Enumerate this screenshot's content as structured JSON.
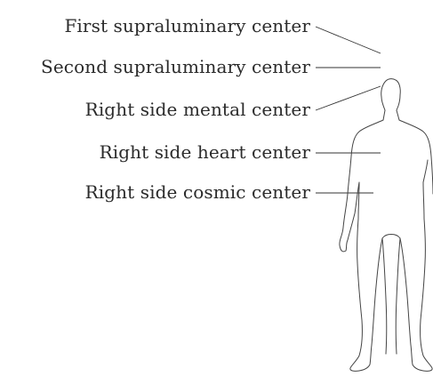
{
  "labels": [
    {
      "id": "first-supraluminary",
      "text": "First supraluminary center"
    },
    {
      "id": "second-supraluminary",
      "text": "Second supraluminary center"
    },
    {
      "id": "right-mental",
      "text": "Right side mental center"
    },
    {
      "id": "right-heart",
      "text": "Right side heart center"
    },
    {
      "id": "right-cosmic",
      "text": "Right side cosmic center"
    }
  ],
  "colors": {
    "text": "#2b2b2b",
    "line": "#333333",
    "figure_outline": "#444444",
    "background": "#ffffff"
  }
}
